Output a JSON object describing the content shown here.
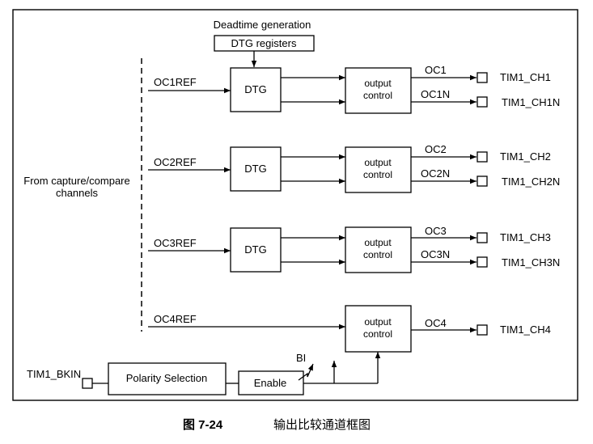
{
  "header": {
    "deadtime_generation": "Deadtime generation",
    "dtg_registers": "DTG registers"
  },
  "side_label": {
    "line1": "From capture/compare",
    "line2": "channels"
  },
  "channels": [
    {
      "ref": "OC1REF",
      "dtg": "DTG",
      "ctrl1": "output",
      "ctrl2": "control",
      "out": "OC1",
      "outn": "OC1N",
      "pin": "TIM1_CH1",
      "pinn": "TIM1_CH1N"
    },
    {
      "ref": "OC2REF",
      "dtg": "DTG",
      "ctrl1": "output",
      "ctrl2": "control",
      "out": "OC2",
      "outn": "OC2N",
      "pin": "TIM1_CH2",
      "pinn": "TIM1_CH2N"
    },
    {
      "ref": "OC3REF",
      "dtg": "DTG",
      "ctrl1": "output",
      "ctrl2": "control",
      "out": "OC3",
      "outn": "OC3N",
      "pin": "TIM1_CH3",
      "pinn": "TIM1_CH3N"
    },
    {
      "ref": "OC4REF",
      "ctrl1": "output",
      "ctrl2": "control",
      "out": "OC4",
      "pin": "TIM1_CH4"
    }
  ],
  "break": {
    "input": "TIM1_BKIN",
    "polarity": "Polarity Selection",
    "enable": "Enable",
    "bi": "BI"
  },
  "caption": {
    "figure": "图 7-24",
    "title": "输出比较通道框图"
  }
}
